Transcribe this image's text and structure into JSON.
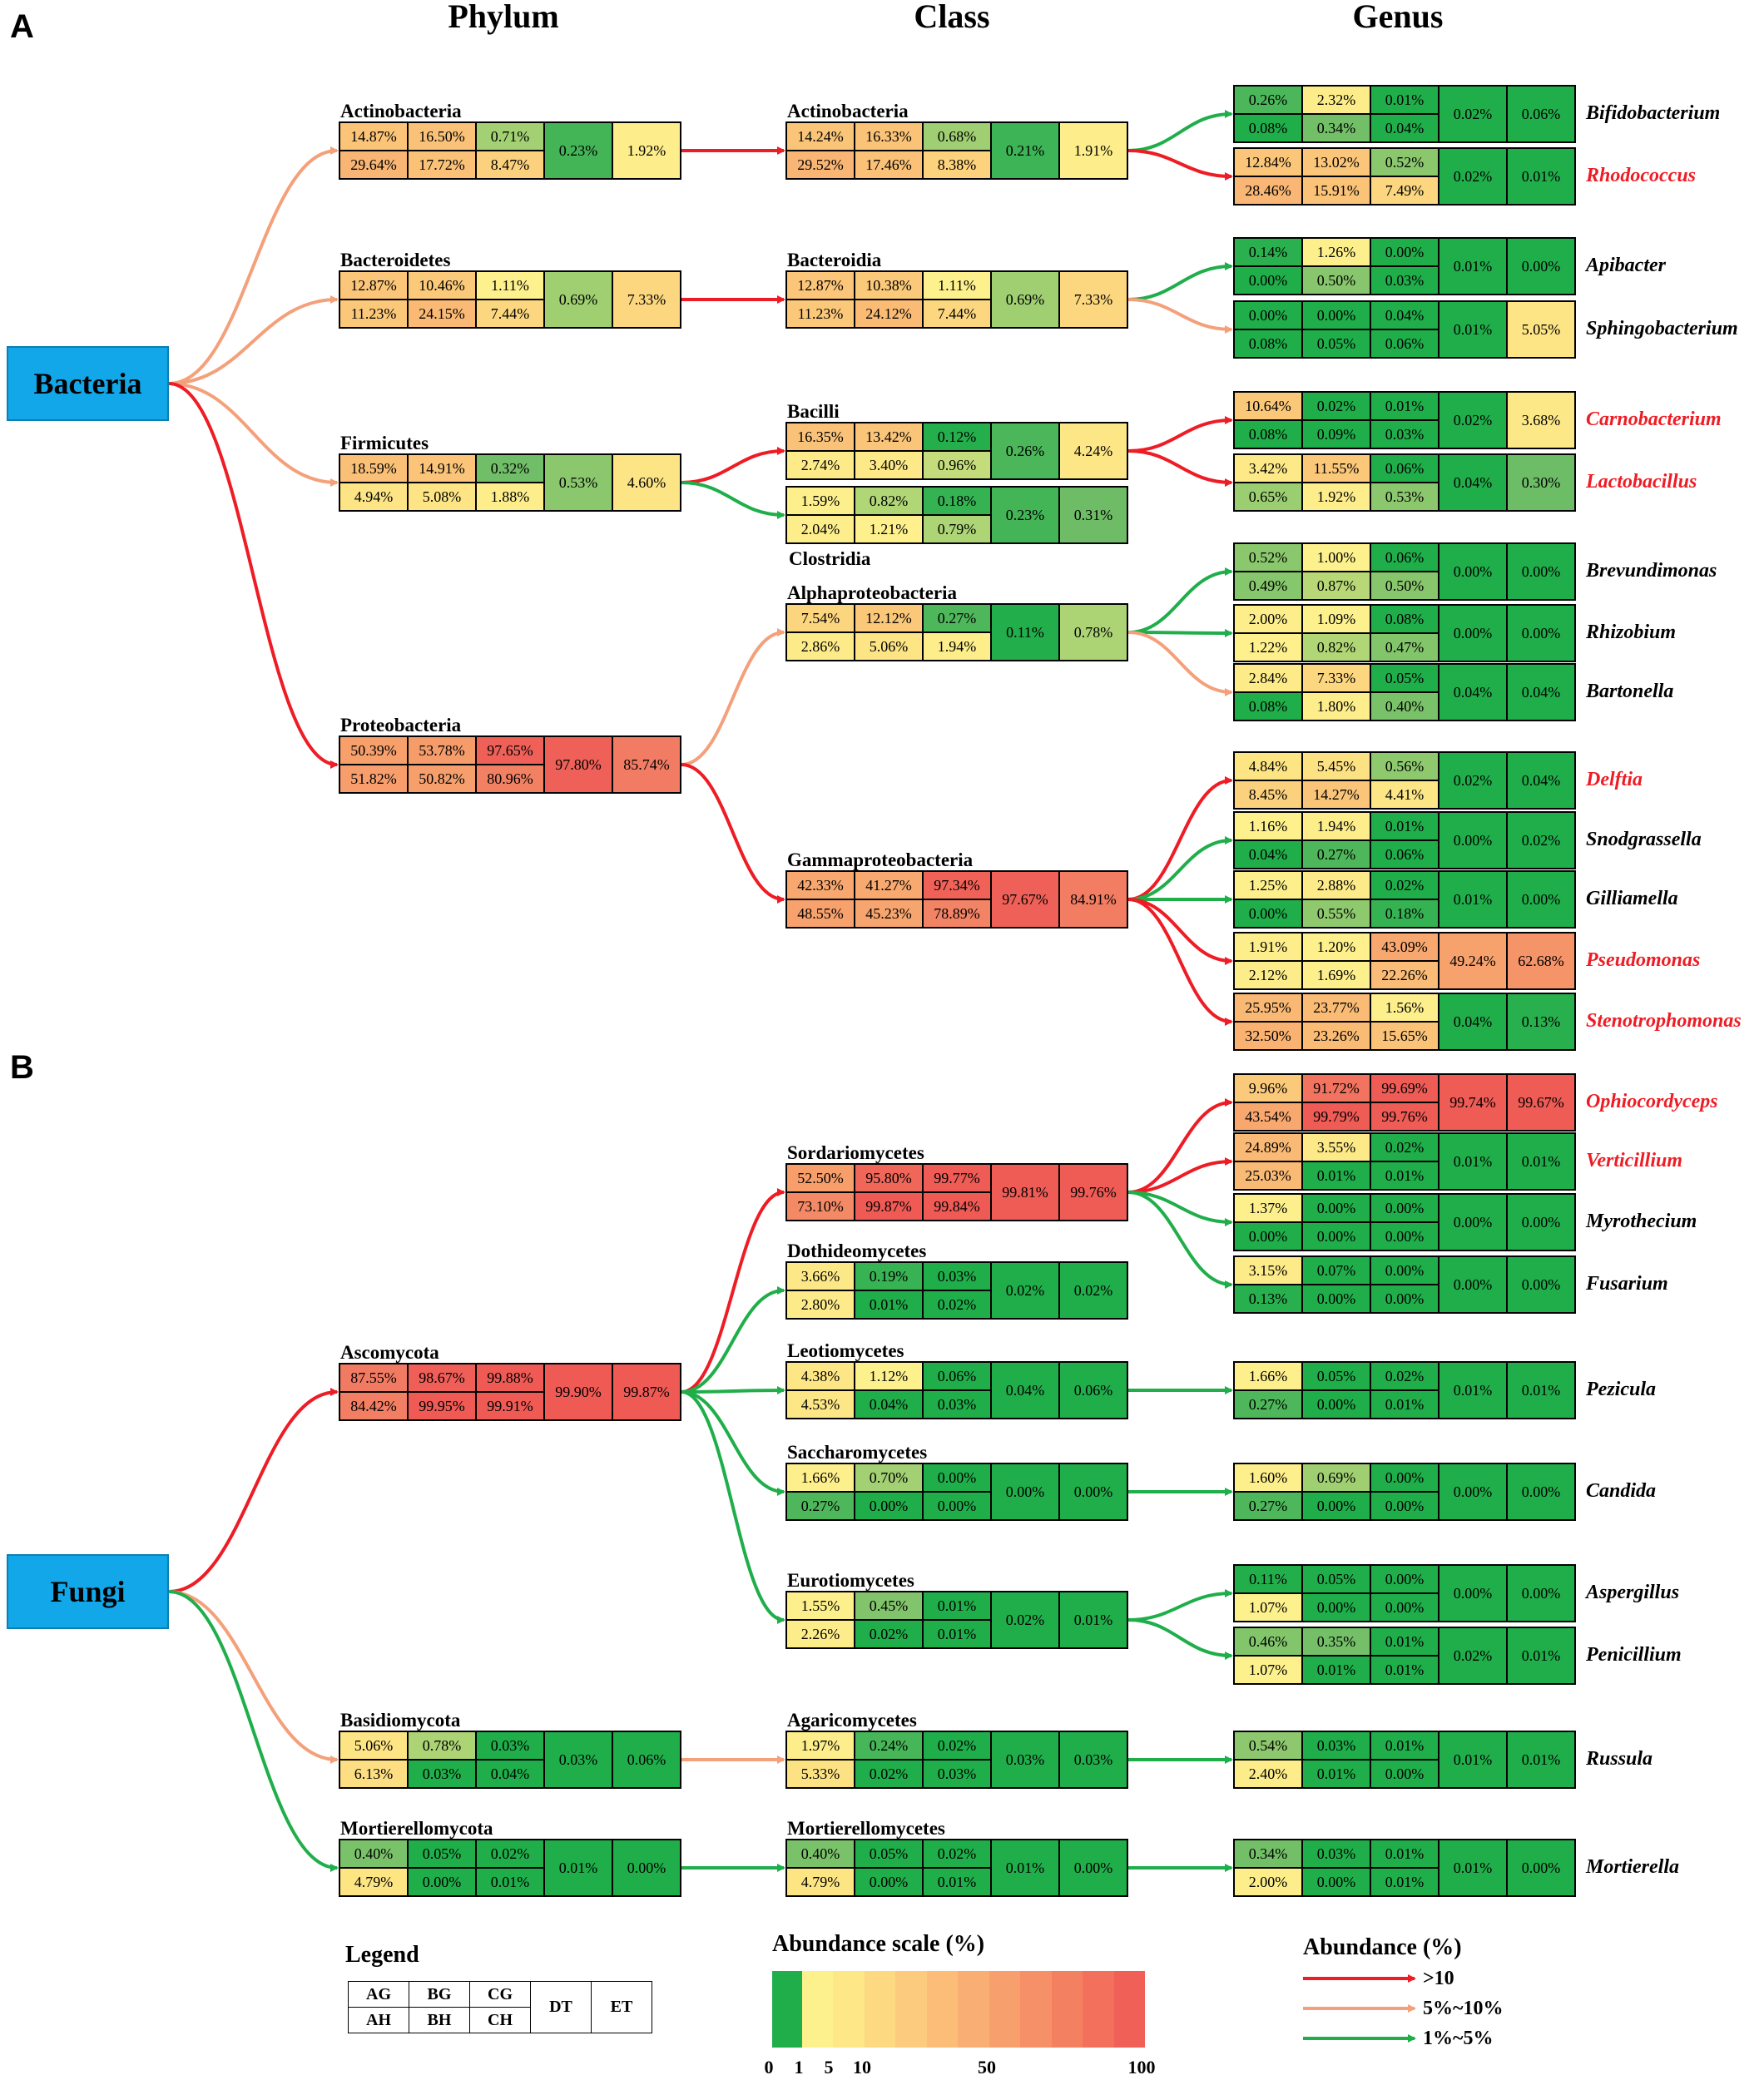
{
  "panels": [
    {
      "letter": "A",
      "root": "Bacteria"
    },
    {
      "letter": "B",
      "root": "Fungi"
    }
  ],
  "columns": [
    "Phylum",
    "Class",
    "Genus"
  ],
  "colors": {
    "root_fill": "#12a7e8",
    "arrow_gt10": "#ee1c24",
    "arrow_5to10": "#f4a07a",
    "arrow_1to5": "#1fae4a",
    "highlight_label": "#ee1c24",
    "scale": [
      "#1fae4a",
      "#fdf18d",
      "#fde787",
      "#fdd982",
      "#fccb7d",
      "#fbbd78",
      "#f9ae73",
      "#f89f6e",
      "#f69068",
      "#f48062",
      "#f2705c",
      "#f06056"
    ]
  },
  "taxa": {
    "b_p_actino": {
      "label": "Actinobacteria",
      "values": [
        "14.87%",
        "16.50%",
        "0.71%",
        "29.64%",
        "17.72%",
        "8.47%",
        "0.23%",
        "1.92%"
      ]
    },
    "b_p_bactero": {
      "label": "Bacteroidetes",
      "values": [
        "12.87%",
        "10.46%",
        "1.11%",
        "11.23%",
        "24.15%",
        "7.44%",
        "0.69%",
        "7.33%"
      ]
    },
    "b_p_firmi": {
      "label": "Firmicutes",
      "values": [
        "18.59%",
        "14.91%",
        "0.32%",
        "4.94%",
        "5.08%",
        "1.88%",
        "0.53%",
        "4.60%"
      ]
    },
    "b_p_proteo": {
      "label": "Proteobacteria",
      "values": [
        "50.39%",
        "53.78%",
        "97.65%",
        "51.82%",
        "50.82%",
        "80.96%",
        "97.80%",
        "85.74%"
      ]
    },
    "b_c_actino": {
      "label": "Actinobacteria",
      "values": [
        "14.24%",
        "16.33%",
        "0.68%",
        "29.52%",
        "17.46%",
        "8.38%",
        "0.21%",
        "1.91%"
      ]
    },
    "b_c_bacteroidia": {
      "label": "Bacteroidia",
      "values": [
        "12.87%",
        "10.38%",
        "1.11%",
        "11.23%",
        "24.12%",
        "7.44%",
        "0.69%",
        "7.33%"
      ]
    },
    "b_c_bacilli": {
      "label": "Bacilli",
      "values": [
        "16.35%",
        "13.42%",
        "0.12%",
        "2.74%",
        "3.40%",
        "0.96%",
        "0.26%",
        "4.24%"
      ]
    },
    "b_c_clostridia": {
      "label": "Clostridia",
      "values": [
        "1.59%",
        "0.82%",
        "0.18%",
        "2.04%",
        "1.21%",
        "0.79%",
        "0.23%",
        "0.31%"
      ]
    },
    "b_c_alpha": {
      "label": "Alphaproteobacteria",
      "values": [
        "7.54%",
        "12.12%",
        "0.27%",
        "2.86%",
        "5.06%",
        "1.94%",
        "0.11%",
        "0.78%"
      ]
    },
    "b_c_gamma": {
      "label": "Gammaproteobacteria",
      "values": [
        "42.33%",
        "41.27%",
        "97.34%",
        "48.55%",
        "45.23%",
        "78.89%",
        "97.67%",
        "84.91%"
      ]
    },
    "b_g_bifido": {
      "label": "Bifidobacterium",
      "values": [
        "0.26%",
        "2.32%",
        "0.01%",
        "0.08%",
        "0.34%",
        "0.04%",
        "0.02%",
        "0.06%"
      ]
    },
    "b_g_rhodo": {
      "label": "Rhodococcus",
      "values": [
        "12.84%",
        "13.02%",
        "0.52%",
        "28.46%",
        "15.91%",
        "7.49%",
        "0.02%",
        "0.01%"
      ]
    },
    "b_g_apibacter": {
      "label": "Apibacter",
      "values": [
        "0.14%",
        "1.26%",
        "0.00%",
        "0.00%",
        "0.50%",
        "0.03%",
        "0.01%",
        "0.00%"
      ]
    },
    "b_g_sphingo": {
      "label": "Sphingobacterium",
      "values": [
        "0.00%",
        "0.00%",
        "0.04%",
        "0.08%",
        "0.05%",
        "0.06%",
        "0.01%",
        "5.05%"
      ]
    },
    "b_g_carno": {
      "label": "Carnobacterium",
      "values": [
        "10.64%",
        "0.02%",
        "0.01%",
        "0.08%",
        "0.09%",
        "0.03%",
        "0.02%",
        "3.68%"
      ]
    },
    "b_g_lacto": {
      "label": "Lactobacillus",
      "values": [
        "3.42%",
        "11.55%",
        "0.06%",
        "0.65%",
        "1.92%",
        "0.53%",
        "0.04%",
        "0.30%"
      ]
    },
    "b_g_brevun": {
      "label": "Brevundimonas",
      "values": [
        "0.52%",
        "1.00%",
        "0.06%",
        "0.49%",
        "0.87%",
        "0.50%",
        "0.00%",
        "0.00%"
      ]
    },
    "b_g_rhizo": {
      "label": "Rhizobium",
      "values": [
        "2.00%",
        "1.09%",
        "0.08%",
        "1.22%",
        "0.82%",
        "0.47%",
        "0.00%",
        "0.00%"
      ]
    },
    "b_g_barton": {
      "label": "Bartonella",
      "values": [
        "2.84%",
        "7.33%",
        "0.05%",
        "0.08%",
        "1.80%",
        "0.40%",
        "0.04%",
        "0.04%"
      ]
    },
    "b_g_delftia": {
      "label": "Delftia",
      "values": [
        "4.84%",
        "5.45%",
        "0.56%",
        "8.45%",
        "14.27%",
        "4.41%",
        "0.02%",
        "0.04%"
      ]
    },
    "b_g_snodg": {
      "label": "Snodgrassella",
      "values": [
        "1.16%",
        "1.94%",
        "0.01%",
        "0.04%",
        "0.27%",
        "0.06%",
        "0.00%",
        "0.02%"
      ]
    },
    "b_g_gillia": {
      "label": "Gilliamella",
      "values": [
        "1.25%",
        "2.88%",
        "0.02%",
        "0.00%",
        "0.55%",
        "0.18%",
        "0.01%",
        "0.00%"
      ]
    },
    "b_g_pseudo": {
      "label": "Pseudomonas",
      "values": [
        "1.91%",
        "1.20%",
        "43.09%",
        "2.12%",
        "1.69%",
        "22.26%",
        "49.24%",
        "62.68%"
      ]
    },
    "b_g_steno": {
      "label": "Stenotrophomonas",
      "values": [
        "25.95%",
        "23.77%",
        "1.56%",
        "32.50%",
        "23.26%",
        "15.65%",
        "0.04%",
        "0.13%"
      ]
    },
    "f_p_asco": {
      "label": "Ascomycota",
      "values": [
        "87.55%",
        "98.67%",
        "99.88%",
        "84.42%",
        "99.95%",
        "99.91%",
        "99.90%",
        "99.87%"
      ]
    },
    "f_p_basidio": {
      "label": "Basidiomycota",
      "values": [
        "5.06%",
        "0.78%",
        "0.03%",
        "6.13%",
        "0.03%",
        "0.04%",
        "0.03%",
        "0.06%"
      ]
    },
    "f_p_mortier": {
      "label": "Mortierellomycota",
      "values": [
        "0.40%",
        "0.05%",
        "0.02%",
        "4.79%",
        "0.00%",
        "0.01%",
        "0.01%",
        "0.00%"
      ]
    },
    "f_c_sordario": {
      "label": "Sordariomycetes",
      "values": [
        "52.50%",
        "95.80%",
        "99.77%",
        "73.10%",
        "99.87%",
        "99.84%",
        "99.81%",
        "99.76%"
      ]
    },
    "f_c_dothideo": {
      "label": "Dothideomycetes",
      "values": [
        "3.66%",
        "0.19%",
        "0.03%",
        "2.80%",
        "0.01%",
        "0.02%",
        "0.02%",
        "0.02%"
      ]
    },
    "f_c_leotio": {
      "label": "Leotiomycetes",
      "values": [
        "4.38%",
        "1.12%",
        "0.06%",
        "4.53%",
        "0.04%",
        "0.03%",
        "0.04%",
        "0.06%"
      ]
    },
    "f_c_sacchar": {
      "label": "Saccharomycetes",
      "values": [
        "1.66%",
        "0.70%",
        "0.00%",
        "0.27%",
        "0.00%",
        "0.00%",
        "0.00%",
        "0.00%"
      ]
    },
    "f_c_eurotio": {
      "label": "Eurotiomycetes",
      "values": [
        "1.55%",
        "0.45%",
        "0.01%",
        "2.26%",
        "0.02%",
        "0.01%",
        "0.02%",
        "0.01%"
      ]
    },
    "f_c_agarico": {
      "label": "Agaricomycetes",
      "values": [
        "1.97%",
        "0.24%",
        "0.02%",
        "5.33%",
        "0.02%",
        "0.03%",
        "0.03%",
        "0.03%"
      ]
    },
    "f_c_mortier": {
      "label": "Mortierellomycetes",
      "values": [
        "0.40%",
        "0.05%",
        "0.02%",
        "4.79%",
        "0.00%",
        "0.01%",
        "0.01%",
        "0.00%"
      ]
    },
    "f_g_ophio": {
      "label": "Ophiocordyceps",
      "values": [
        "9.96%",
        "91.72%",
        "99.69%",
        "43.54%",
        "99.79%",
        "99.76%",
        "99.74%",
        "99.67%"
      ]
    },
    "f_g_vertic": {
      "label": "Verticillium",
      "values": [
        "24.89%",
        "3.55%",
        "0.02%",
        "25.03%",
        "0.01%",
        "0.01%",
        "0.01%",
        "0.01%"
      ]
    },
    "f_g_myro": {
      "label": "Myrothecium",
      "values": [
        "1.37%",
        "0.00%",
        "0.00%",
        "0.00%",
        "0.00%",
        "0.00%",
        "0.00%",
        "0.00%"
      ]
    },
    "f_g_fusar": {
      "label": "Fusarium",
      "values": [
        "3.15%",
        "0.07%",
        "0.00%",
        "0.13%",
        "0.00%",
        "0.00%",
        "0.00%",
        "0.00%"
      ]
    },
    "f_g_pezicula": {
      "label": "Pezicula",
      "values": [
        "1.66%",
        "0.05%",
        "0.02%",
        "0.27%",
        "0.00%",
        "0.01%",
        "0.01%",
        "0.01%"
      ]
    },
    "f_g_candida": {
      "label": "Candida",
      "values": [
        "1.60%",
        "0.69%",
        "0.00%",
        "0.27%",
        "0.00%",
        "0.00%",
        "0.00%",
        "0.00%"
      ]
    },
    "f_g_asperg": {
      "label": "Aspergillus",
      "values": [
        "0.11%",
        "0.05%",
        "0.00%",
        "1.07%",
        "0.00%",
        "0.00%",
        "0.00%",
        "0.00%"
      ]
    },
    "f_g_penic": {
      "label": "Penicillium",
      "values": [
        "0.46%",
        "0.35%",
        "0.01%",
        "1.07%",
        "0.01%",
        "0.01%",
        "0.02%",
        "0.01%"
      ]
    },
    "f_g_russula": {
      "label": "Russula",
      "values": [
        "0.54%",
        "0.03%",
        "0.01%",
        "2.40%",
        "0.01%",
        "0.00%",
        "0.01%",
        "0.01%"
      ]
    },
    "f_g_mortier": {
      "label": "Mortierella",
      "values": [
        "0.34%",
        "0.03%",
        "0.01%",
        "2.00%",
        "0.00%",
        "0.01%",
        "0.01%",
        "0.00%"
      ]
    }
  },
  "links": [
    {
      "from": "root_bacteria",
      "to": "b_p_actino",
      "level": "5-10"
    },
    {
      "from": "root_bacteria",
      "to": "b_p_bactero",
      "level": "5-10"
    },
    {
      "from": "root_bacteria",
      "to": "b_p_firmi",
      "level": "5-10"
    },
    {
      "from": "root_bacteria",
      "to": "b_p_proteo",
      "level": ">10"
    },
    {
      "from": "b_p_actino",
      "to": "b_c_actino",
      "level": ">10"
    },
    {
      "from": "b_p_bactero",
      "to": "b_c_bacteroidia",
      "level": ">10"
    },
    {
      "from": "b_p_firmi",
      "to": "b_c_bacilli",
      "level": ">10"
    },
    {
      "from": "b_p_firmi",
      "to": "b_c_clostridia",
      "level": "1-5"
    },
    {
      "from": "b_p_proteo",
      "to": "b_c_alpha",
      "level": "5-10"
    },
    {
      "from": "b_p_proteo",
      "to": "b_c_gamma",
      "level": ">10"
    },
    {
      "from": "b_c_actino",
      "to": "b_g_bifido",
      "level": "1-5"
    },
    {
      "from": "b_c_actino",
      "to": "b_g_rhodo",
      "level": ">10"
    },
    {
      "from": "b_c_bacteroidia",
      "to": "b_g_apibacter",
      "level": "1-5"
    },
    {
      "from": "b_c_bacteroidia",
      "to": "b_g_sphingo",
      "level": "5-10"
    },
    {
      "from": "b_c_bacilli",
      "to": "b_g_carno",
      "level": ">10"
    },
    {
      "from": "b_c_bacilli",
      "to": "b_g_lacto",
      "level": ">10"
    },
    {
      "from": "b_c_alpha",
      "to": "b_g_brevun",
      "level": "1-5"
    },
    {
      "from": "b_c_alpha",
      "to": "b_g_rhizo",
      "level": "1-5"
    },
    {
      "from": "b_c_alpha",
      "to": "b_g_barton",
      "level": "5-10"
    },
    {
      "from": "b_c_gamma",
      "to": "b_g_delftia",
      "level": ">10"
    },
    {
      "from": "b_c_gamma",
      "to": "b_g_snodg",
      "level": "1-5"
    },
    {
      "from": "b_c_gamma",
      "to": "b_g_gillia",
      "level": "1-5"
    },
    {
      "from": "b_c_gamma",
      "to": "b_g_pseudo",
      "level": ">10"
    },
    {
      "from": "b_c_gamma",
      "to": "b_g_steno",
      "level": ">10"
    },
    {
      "from": "root_fungi",
      "to": "f_p_asco",
      "level": ">10"
    },
    {
      "from": "root_fungi",
      "to": "f_p_basidio",
      "level": "5-10"
    },
    {
      "from": "root_fungi",
      "to": "f_p_mortier",
      "level": "1-5"
    },
    {
      "from": "f_p_asco",
      "to": "f_c_sordario",
      "level": ">10"
    },
    {
      "from": "f_p_asco",
      "to": "f_c_dothideo",
      "level": "1-5"
    },
    {
      "from": "f_p_asco",
      "to": "f_c_leotio",
      "level": "1-5"
    },
    {
      "from": "f_p_asco",
      "to": "f_c_sacchar",
      "level": "1-5"
    },
    {
      "from": "f_p_asco",
      "to": "f_c_eurotio",
      "level": "1-5"
    },
    {
      "from": "f_p_basidio",
      "to": "f_c_agarico",
      "level": "5-10"
    },
    {
      "from": "f_p_mortier",
      "to": "f_c_mortier",
      "level": "1-5"
    },
    {
      "from": "f_c_sordario",
      "to": "f_g_ophio",
      "level": ">10"
    },
    {
      "from": "f_c_sordario",
      "to": "f_g_vertic",
      "level": ">10"
    },
    {
      "from": "f_c_sordario",
      "to": "f_g_myro",
      "level": "1-5"
    },
    {
      "from": "f_c_sordario",
      "to": "f_g_fusar",
      "level": "1-5"
    },
    {
      "from": "f_c_leotio",
      "to": "f_g_pezicula",
      "level": "1-5"
    },
    {
      "from": "f_c_sacchar",
      "to": "f_g_candida",
      "level": "1-5"
    },
    {
      "from": "f_c_eurotio",
      "to": "f_g_asperg",
      "level": "1-5"
    },
    {
      "from": "f_c_eurotio",
      "to": "f_g_penic",
      "level": "1-5"
    },
    {
      "from": "f_c_agarico",
      "to": "f_g_russula",
      "level": "1-5"
    },
    {
      "from": "f_c_mortier",
      "to": "f_g_mortier",
      "level": "1-5"
    }
  ],
  "legend": {
    "title": "Legend",
    "cells": [
      "AG",
      "BG",
      "CG",
      "AH",
      "BH",
      "CH",
      "DT",
      "ET"
    ]
  },
  "abundance_scale": {
    "title": "Abundance scale (%)",
    "ticks": [
      "0",
      "1",
      "5",
      "10",
      "50",
      "100"
    ]
  },
  "arrow_legend": {
    "title": "Abundance (%)",
    "items": [
      {
        "label": ">10",
        "level": ">10"
      },
      {
        "label": "5%~10%",
        "level": "5-10"
      },
      {
        "label": "1%~5%",
        "level": "1-5"
      }
    ]
  }
}
